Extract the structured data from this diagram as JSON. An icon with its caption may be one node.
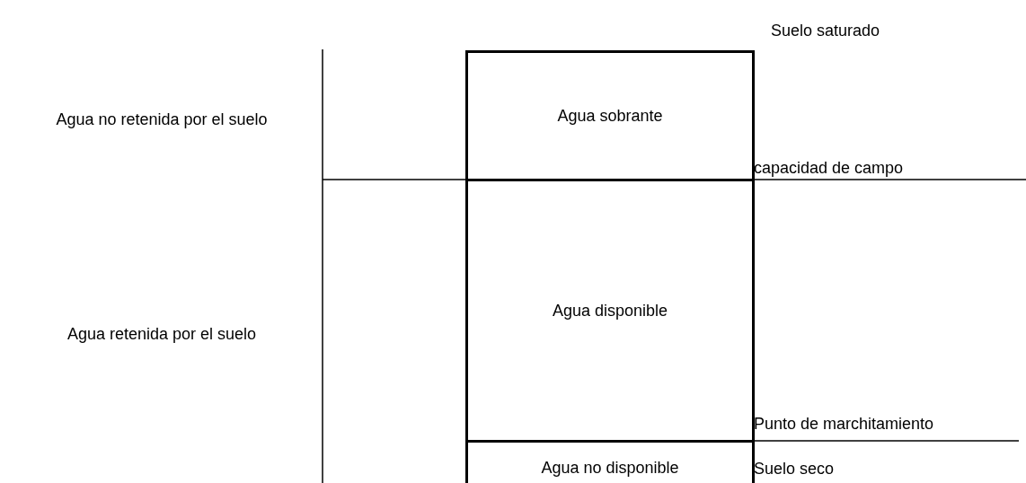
{
  "diagram": {
    "nodes": [
      {
        "text": [
          "Agua sobrante"
        ]
      },
      {
        "text": [
          "Agua disponible"
        ]
      },
      {
        "text": [
          "Agua no disponible"
        ]
      }
    ],
    "labels": [
      "Suelo saturado",
      "Agua no retenida por el suelo",
      "capacidad de campo",
      "Agua retenida por el suelo",
      "Punto de marchitamiento",
      "Suelo seco"
    ]
  }
}
